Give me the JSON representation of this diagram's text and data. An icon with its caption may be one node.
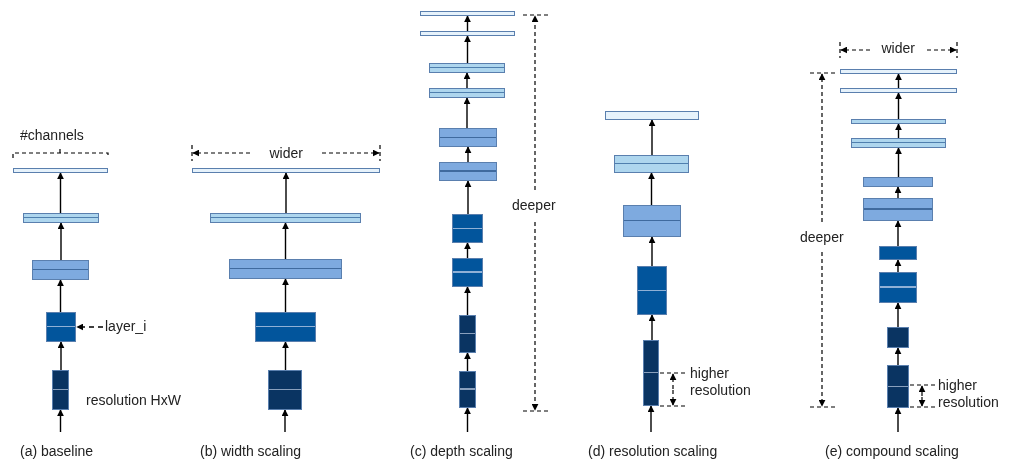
{
  "diagram": {
    "nodes": [
      {
        "text": [],
        "shape": "box"
      },
      {
        "text": [],
        "shape": "box"
      },
      {
        "text": [],
        "shape": "box"
      },
      {
        "text": [],
        "shape": "box"
      },
      {
        "text": [],
        "shape": "box"
      },
      {
        "text": [
          "layer_i"
        ]
      },
      {
        "text": [],
        "shape": "box"
      },
      {
        "text": [],
        "shape": "box"
      },
      {
        "text": [],
        "shape": "box"
      },
      {
        "text": [],
        "shape": "box"
      },
      {
        "text": [],
        "shape": "box"
      },
      {
        "text": [],
        "shape": "box"
      },
      {
        "text": [],
        "shape": "box"
      },
      {
        "text": [],
        "shape": "box"
      },
      {
        "text": [],
        "shape": "box"
      },
      {
        "text": [],
        "shape": "box"
      },
      {
        "text": [],
        "shape": "box"
      },
      {
        "text": [],
        "shape": "box"
      },
      {
        "text": [],
        "shape": "box"
      },
      {
        "text": [],
        "shape": "box"
      },
      {
        "text": [],
        "shape": "box"
      },
      {
        "text": [],
        "shape": "box"
      },
      {
        "text": [],
        "shape": "box"
      },
      {
        "text": [],
        "shape": "box"
      },
      {
        "text": [],
        "shape": "box"
      },
      {
        "text": [],
        "shape": "box"
      },
      {
        "text": [],
        "shape": "box"
      },
      {
        "text": [],
        "shape": "box"
      },
      {
        "text": [],
        "shape": "box"
      },
      {
        "text": [],
        "shape": "box"
      },
      {
        "text": [],
        "shape": "box"
      },
      {
        "text": [],
        "shape": "box"
      },
      {
        "text": [],
        "shape": "box"
      },
      {
        "text": [],
        "shape": "box"
      },
      {
        "text": [],
        "shape": "box"
      },
      {
        "text": [],
        "shape": "box"
      }
    ],
    "edges": [
      {
        "from": null,
        "to": 0,
        "arrow": "to"
      },
      {
        "from": 0,
        "to": 1,
        "arrow": "to"
      },
      {
        "from": 1,
        "to": 2,
        "arrow": "to"
      },
      {
        "from": 2,
        "to": 3,
        "arrow": "to"
      },
      {
        "from": 3,
        "to": 4,
        "arrow": "to"
      },
      {
        "from": 5,
        "to": 1,
        "arrow": "to",
        "style": "dashed"
      },
      {
        "from": null,
        "to": 6,
        "arrow": "to"
      },
      {
        "from": 6,
        "to": 7,
        "arrow": "to"
      },
      {
        "from": 7,
        "to": 8,
        "arrow": "to"
      },
      {
        "from": 8,
        "to": 9,
        "arrow": "to"
      },
      {
        "from": 9,
        "to": 10,
        "arrow": "to"
      },
      {
        "from": null,
        "to": 11,
        "arrow": "to"
      },
      {
        "from": 11,
        "to": 12,
        "arrow": "to"
      },
      {
        "from": 12,
        "to": 13,
        "arrow": "to"
      },
      {
        "from": 13,
        "to": 14,
        "arrow": "to"
      },
      {
        "from": 14,
        "to": 15,
        "arrow": "to"
      },
      {
        "from": 15,
        "to": 16,
        "arrow": "to"
      },
      {
        "from": 16,
        "to": 17,
        "arrow": "to"
      },
      {
        "from": 17,
        "to": 18,
        "arrow": "to"
      },
      {
        "from": 18,
        "to": 19,
        "arrow": "to"
      },
      {
        "from": 19,
        "to": 20,
        "arrow": "to"
      },
      {
        "from": null,
        "to": 21,
        "arrow": "to"
      },
      {
        "from": 21,
        "to": 22,
        "arrow": "to"
      },
      {
        "from": 22,
        "to": 23,
        "arrow": "to"
      },
      {
        "from": 23,
        "to": 24,
        "arrow": "to"
      },
      {
        "from": 24,
        "to": 25,
        "arrow": "to"
      },
      {
        "from": null,
        "to": 26,
        "arrow": "to"
      },
      {
        "from": 26,
        "to": 27,
        "arrow": "to"
      },
      {
        "from": 27,
        "to": 28,
        "arrow": "to"
      },
      {
        "from": 28,
        "to": 29,
        "arrow": "to"
      },
      {
        "from": 29,
        "to": 30,
        "arrow": "to"
      },
      {
        "from": 30,
        "to": 31,
        "arrow": "to"
      },
      {
        "from": 31,
        "to": 32,
        "arrow": "to"
      },
      {
        "from": 32,
        "to": 33,
        "arrow": "to"
      },
      {
        "from": 33,
        "to": 34,
        "arrow": "to"
      },
      {
        "from": 34,
        "to": 35,
        "arrow": "to"
      }
    ],
    "labels": [
      "#channels",
      "resolution HxW",
      "(a) baseline",
      "wider",
      "(b) width scaling",
      "deeper",
      "(c) depth scaling",
      "higher resolution",
      "(d) resolution scaling",
      "wider",
      "deeper",
      "higher resolution",
      "(e) compound scaling"
    ]
  }
}
